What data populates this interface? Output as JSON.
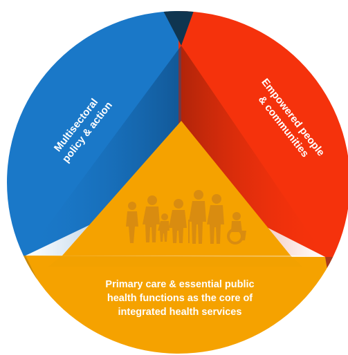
{
  "segments": {
    "left": {
      "line1": "Multisectoral",
      "line2": "policy & action",
      "color": "#1a78c8"
    },
    "right": {
      "line1": "Empowered people",
      "line2": "& communities",
      "color": "#f5320c"
    },
    "bottom": {
      "line1": "Primary care & essential public",
      "line2": "health functions as the core of",
      "line3": "integrated health services",
      "color": "#f5a200"
    }
  },
  "accent_colors": {
    "top_wedge": "#0f3550",
    "right_dark": "#a93a1c",
    "left_dark": "#c98a0c",
    "people_silhouettes": "#d98c10"
  },
  "illustration": {
    "icon": "people-group-icon"
  }
}
